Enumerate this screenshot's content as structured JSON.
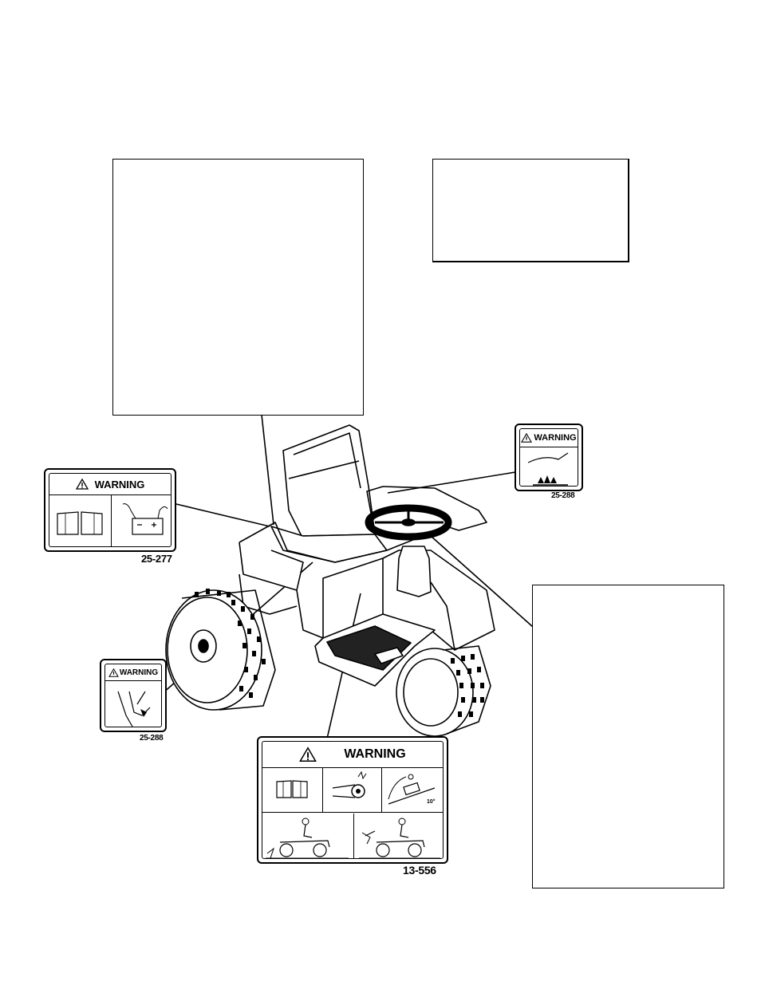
{
  "decals": [
    {
      "id": "battery",
      "header": "WARNING",
      "part_number": "25-277"
    },
    {
      "id": "hot-surface",
      "header": "WARNING",
      "part_number": "25-288"
    },
    {
      "id": "pinch",
      "header": "WARNING",
      "part_number": "25-288"
    },
    {
      "id": "main",
      "header": "WARNING",
      "part_number": "13-556",
      "slope_label": "10°"
    }
  ],
  "colors": {
    "line": "#000000",
    "background": "#ffffff"
  }
}
